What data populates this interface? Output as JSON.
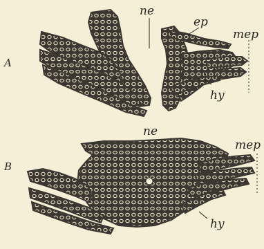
{
  "figure": {
    "panel_a": {
      "letter": "A",
      "labels": {
        "ne": "ne",
        "ep": "ep",
        "mep": "mep",
        "hy": "hy"
      }
    },
    "panel_b": {
      "letter": "B",
      "labels": {
        "ne": "ne",
        "mep": "mep",
        "hy": "hy"
      }
    }
  },
  "colors": {
    "background": "#f4efd6",
    "tissue": "#3b3630",
    "cell_outline": "#ede6c8",
    "ink": "#2a2620"
  }
}
